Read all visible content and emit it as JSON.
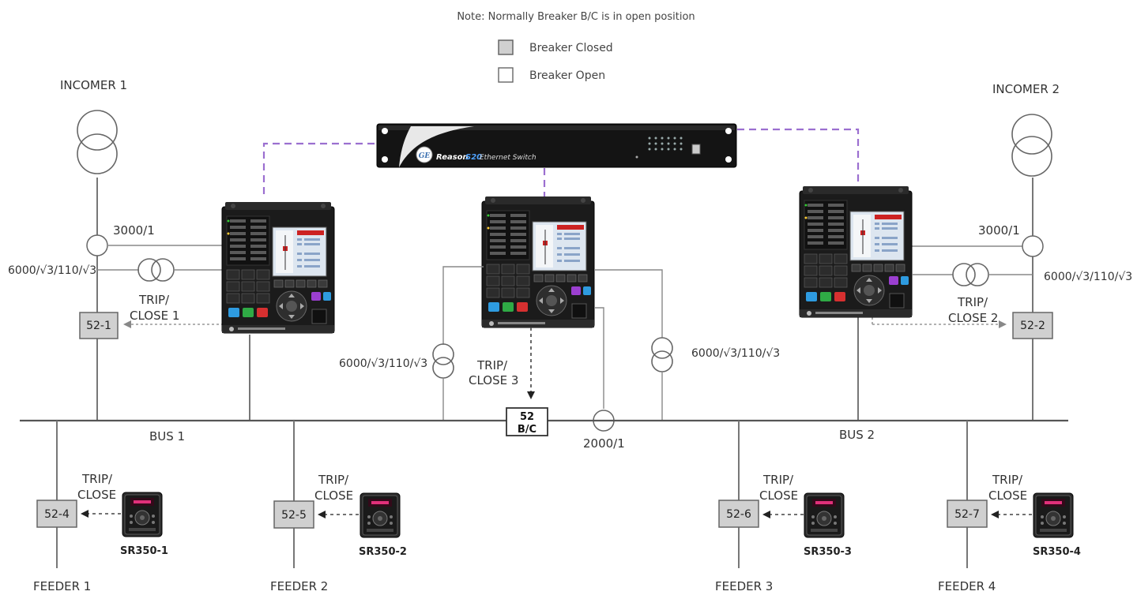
{
  "note": "Note: Normally Breaker B/C is in open position",
  "legend": {
    "closed_label": "Breaker Closed",
    "open_label": "Breaker Open",
    "closed_color": "#d0d0d0",
    "open_color": "#ffffff"
  },
  "incomers": {
    "incomer1": "INCOMER 1",
    "incomer2": "INCOMER 2"
  },
  "ratings": {
    "ct1": "3000/1",
    "ct2": "3000/1",
    "vt1": "6000/√3/110/√3",
    "vt2": "6000/√3/110/√3",
    "vt_bus1": "6000/√3/110/√3",
    "vt_bus2": "6000/√3/110/√3",
    "ct_bc": "2000/1"
  },
  "trip_close": {
    "tc1_line1": "TRIP/",
    "tc1_line2": "CLOSE 1",
    "tc2_line1": "TRIP/",
    "tc2_line2": "CLOSE 2",
    "tc3_line1": "TRIP/",
    "tc3_line2": "CLOSE 3",
    "f1_line1": "TRIP/",
    "f1_line2": "CLOSE",
    "f2_line1": "TRIP/",
    "f2_line2": "CLOSE",
    "f3_line1": "TRIP/",
    "f3_line2": "CLOSE",
    "f4_line1": "TRIP/",
    "f4_line2": "CLOSE"
  },
  "breakers": {
    "b1": "52-1",
    "b2": "52-2",
    "bc_line1": "52",
    "bc_line2": "B/C",
    "b4": "52-4",
    "b5": "52-5",
    "b6": "52-6",
    "b7": "52-7"
  },
  "buses": {
    "bus1": "BUS 1",
    "bus2": "BUS 2"
  },
  "relays": {
    "sr1": "SR350-1",
    "sr2": "SR350-2",
    "sr3": "SR350-3",
    "sr4": "SR350-4"
  },
  "feeders": {
    "f1": "FEEDER 1",
    "f2": "FEEDER 2",
    "f3": "FEEDER 3",
    "f4": "FEEDER 4"
  },
  "switch": {
    "label_brand": "Reason",
    "label_model": "S20",
    "label_rest": "Ethernet Switch",
    "logo": "GE"
  },
  "colors": {
    "network_link": "#9b6fd0",
    "relay_body": "#1a1a1a",
    "relay_screen_header": "#cc2222",
    "key_blue": "#2e9be0",
    "key_green": "#2faa45",
    "key_red": "#d63030",
    "key_purple": "#9b3fd0"
  }
}
